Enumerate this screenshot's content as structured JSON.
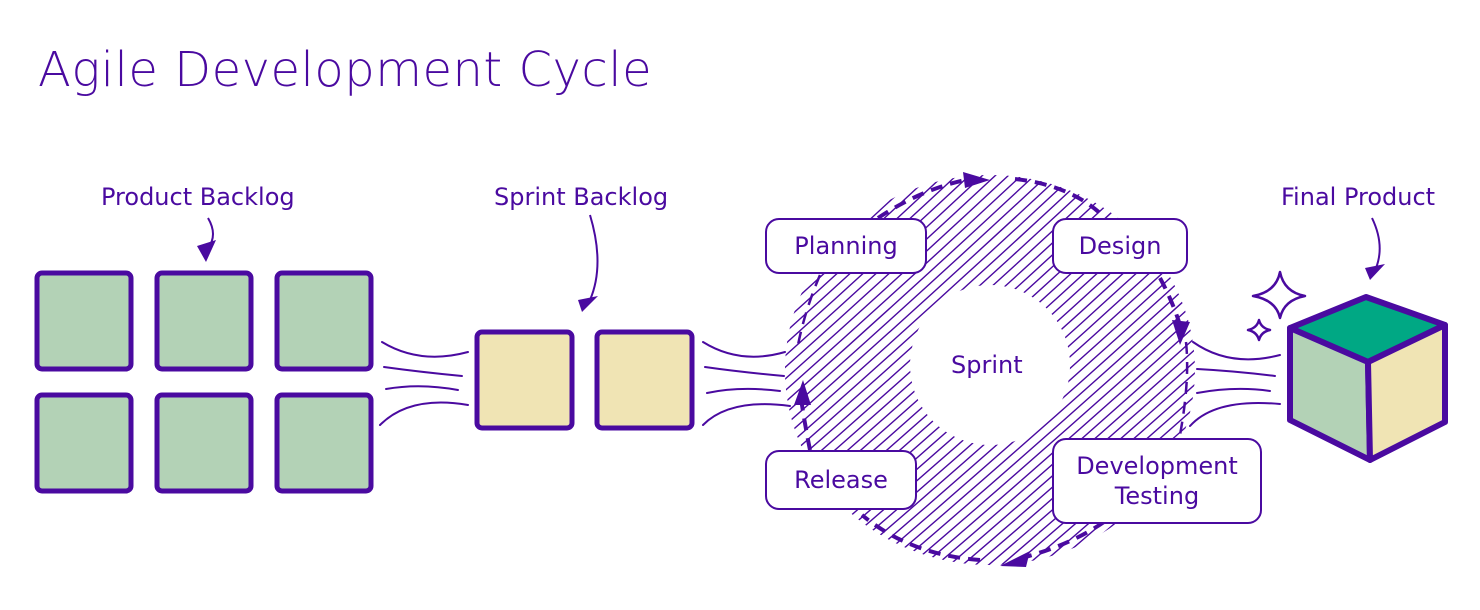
{
  "title": "Agile Development Cycle",
  "colors": {
    "ink": "#4a0aa0",
    "backlog_fill": "#b3d2b6",
    "sprint_fill": "#f0e4b4",
    "cube_top": "#00a884",
    "cube_left": "#b3d2b6",
    "cube_right": "#f0e4b4"
  },
  "sections": {
    "product_backlog": {
      "label": "Product Backlog",
      "item_count": 6
    },
    "sprint_backlog": {
      "label": "Sprint Backlog",
      "item_count": 2
    },
    "sprint": {
      "center_label": "Sprint",
      "stages": [
        {
          "label": "Planning"
        },
        {
          "label": "Design"
        },
        {
          "label": "Development Testing",
          "lines": [
            "Development",
            "Testing"
          ]
        },
        {
          "label": "Release"
        }
      ]
    },
    "final_product": {
      "label": "Final Product"
    }
  },
  "icons": [
    "curved-arrow-icon",
    "sparkle-icon",
    "cube-icon",
    "motion-lines-icon"
  ]
}
